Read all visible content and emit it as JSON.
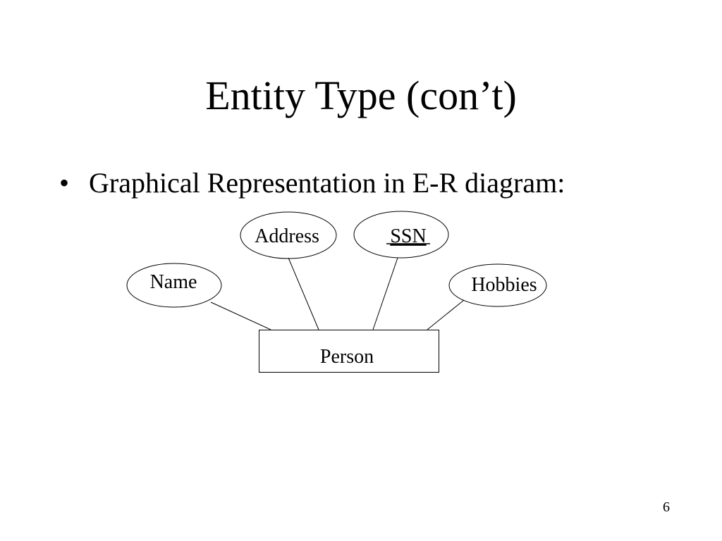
{
  "slide": {
    "title": "Entity Type (con’t)",
    "bullet": "Graphical Representation in E-R diagram:",
    "page_number": "6"
  },
  "diagram": {
    "entity": {
      "name": "Person"
    },
    "attributes": [
      {
        "name": "Name",
        "key": false
      },
      {
        "name": "Address",
        "key": false
      },
      {
        "name": "SSN",
        "key": true
      },
      {
        "name": "Hobbies",
        "key": false
      }
    ]
  }
}
